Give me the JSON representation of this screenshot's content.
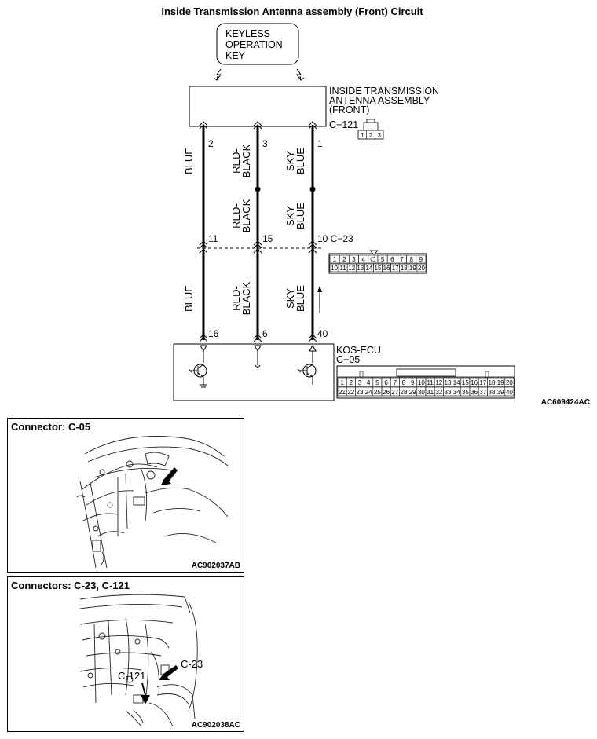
{
  "title": "Inside Transmission Antenna assembly (Front) Circuit",
  "keyless_key": [
    "KEYLESS",
    "OPERATION",
    "KEY"
  ],
  "antenna_assembly": {
    "label": [
      "INSIDE TRANSMISSION",
      "ANTENNA ASSEMBLY",
      "(FRONT)"
    ],
    "connector": "C−121",
    "connector_pins": [
      "1",
      "2",
      "3"
    ]
  },
  "intermediate_connector": {
    "name": "10 C−23",
    "pins_row1": [
      "1",
      "2",
      "3",
      "4",
      "",
      "5",
      "6",
      "7",
      "8",
      "9"
    ],
    "pins_row2": [
      "10",
      "11",
      "12",
      "13",
      "14",
      "15",
      "16",
      "17",
      "18",
      "19",
      "20"
    ]
  },
  "ecu": {
    "label": [
      "KOS-ECU",
      "C−05"
    ],
    "pins_row1": [
      "1",
      "2",
      "3",
      "4",
      "5",
      "6",
      "7",
      "8",
      "9",
      "10",
      "11",
      "12",
      "13",
      "14",
      "15",
      "16",
      "17",
      "18",
      "19",
      "20"
    ],
    "pins_row2": [
      "21",
      "22",
      "23",
      "24",
      "25",
      "26",
      "27",
      "28",
      "29",
      "30",
      "31",
      "32",
      "33",
      "34",
      "35",
      "36",
      "37",
      "38",
      "39",
      "40"
    ]
  },
  "wires": [
    {
      "top_pin": "2",
      "mid_pin": "11",
      "bottom_pin": "16",
      "upper_color": [
        "BLUE"
      ],
      "middle_color": [],
      "lower_color": [
        "BLUE"
      ]
    },
    {
      "top_pin": "3",
      "mid_pin": "15",
      "bottom_pin": "6",
      "upper_color": [
        "RED-",
        "BLACK"
      ],
      "middle_color": [
        "RED-",
        "BLACK"
      ],
      "lower_color": [
        "RED-",
        "BLACK"
      ]
    },
    {
      "top_pin": "1",
      "mid_pin": "",
      "bottom_pin": "40",
      "upper_color": [
        "SKY",
        "BLUE"
      ],
      "middle_color": [
        "SKY",
        "BLUE"
      ],
      "lower_color": [
        "SKY",
        "BLUE"
      ]
    }
  ],
  "diagram_code": "AC609424AC",
  "panels": [
    {
      "title": "Connector: C-05",
      "code": "AC902037AB"
    },
    {
      "title": "Connectors: C-23, C-121",
      "code": "AC902038AC",
      "callouts": [
        "C-23",
        "C-121"
      ]
    }
  ]
}
